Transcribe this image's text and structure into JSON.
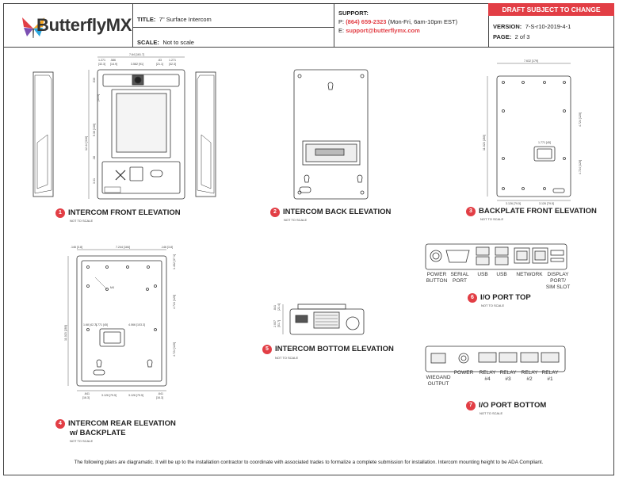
{
  "header": {
    "brand": "ButterflyMX",
    "title_label": "TITLE:",
    "title_value": "7\" Surface Intercom",
    "scale_label": "SCALE:",
    "scale_value": "Not to scale",
    "support_label": "SUPPORT:",
    "phone_prefix": "P:",
    "phone_number": "(864) 659-2323",
    "phone_hours": "(Mon-Fri, 6am-10pm EST)",
    "email_prefix": "E:",
    "email": "support@butterflymx.com",
    "draft": "DRAFT SUBJECT TO CHANGE",
    "version_label": "VERSION:",
    "version_value": "7-S-r10-2019-4-1",
    "page_label": "PAGE:",
    "page_value": "2 of 3"
  },
  "colors": {
    "accent": "#e23e45"
  },
  "views": [
    {
      "num": "1",
      "title": "INTERCOM FRONT ELEVATION",
      "note": "NOT TO SCALE"
    },
    {
      "num": "2",
      "title": "INTERCOM BACK ELEVATION",
      "note": "NOT TO SCALE"
    },
    {
      "num": "3",
      "title": "BACKPLATE FRONT ELEVATION",
      "note": "NOT TO SCALE"
    },
    {
      "num": "4",
      "title": "INTERCOM REAR ELEVATION",
      "title2": "w/ BACKPLATE",
      "note": "NOT TO SCALE"
    },
    {
      "num": "5",
      "title": "INTERCOM BOTTOM ELEVATION",
      "note": "NOT TO SCALE"
    },
    {
      "num": "6",
      "title": "I/O PORT TOP",
      "note": "NOT TO SCALE"
    },
    {
      "num": "7",
      "title": "I/O PORT BOTTOM",
      "note": "NOT TO SCALE"
    }
  ],
  "io_top_ports": [
    {
      "line1": "POWER",
      "line2": "BUTTON"
    },
    {
      "line1": "SERIAL",
      "line2": "PORT"
    },
    {
      "line1": "USB",
      "line2": ""
    },
    {
      "line1": "USB",
      "line2": ""
    },
    {
      "line1": "NETWORK",
      "line2": ""
    },
    {
      "line1": "DISPLAY",
      "line2": "PORT/",
      "line3": "SIM SLOT"
    }
  ],
  "io_bottom_ports": [
    {
      "line1": "WIEGAND",
      "line2": "OUTPUT"
    },
    {
      "line1": "POWER",
      "line2": ""
    },
    {
      "line1": "RELAY",
      "line2": "#4"
    },
    {
      "line1": "RELAY",
      "line2": "#3"
    },
    {
      "line1": "RELAY",
      "line2": "#2"
    },
    {
      "line1": "RELAY",
      "line2": "#1"
    }
  ],
  "dimensions": {
    "front_width": "7.64 [161.7]",
    "front_top_a": "1.271",
    "front_top_a2": "[32.3]",
    "front_top_b": ".586",
    "front_top_b2": "[14.9]",
    "front_top_c": "3.582 [91]",
    "front_top_d": ".83",
    "front_top_d2": "[21.1]",
    "front_top_e": "1.271",
    "front_top_e2": "[32.3]",
    "front_height": "12.44 [316]",
    "front_h1": ".536",
    "front_h2": "[13.6]",
    "front_h3": "5.36 [136]",
    "front_h4": ".38",
    "front_h5": "3.31",
    "backplate_width": "7.632 [179]",
    "backplate_height": "11.023 [280]",
    "backplate_cut": "1.771 [45]",
    "backplate_h1": "4.724 [120]",
    "backplate_h2": "4.724 [120]",
    "backplate_b1": "3.126 [79.5]",
    "backplate_b2": "3.126 [79.5]",
    "rear_w1": ".146 [3.8]",
    "rear_w2": "7.244 [184]",
    "rear_w3": ".146 [3.8]",
    "rear_m4": "M4",
    "rear_h": "11.023 [280]",
    "rear_cut1": "1.68 [42.7]",
    "rear_cut2": "1.771 [45]",
    "rear_cut3": "4.066 [103.3]",
    "rear_b1": ".641",
    "rear_b1b": "[16.3]",
    "rear_b2": "3.126 [79.5]",
    "rear_b3": "3.126 [79.5]",
    "rear_b4": ".641",
    "rear_b4b": "[16.3]",
    "rear_r1": "4.724 [120]",
    "rear_r2": "4.724 [120]",
    "rear_top": "1.462 [37.1]",
    "bottom_d1": ".841",
    "bottom_d2": "[21.4]",
    "bottom_d3": "2.037",
    "bottom_d4": "[51.7]"
  },
  "footer": "The following plans are diagramatic. It will be up to the installation contractor to coordinate with associated trades to formalize a complete submission for installation. Intercom mounting height to be ADA Compliant."
}
